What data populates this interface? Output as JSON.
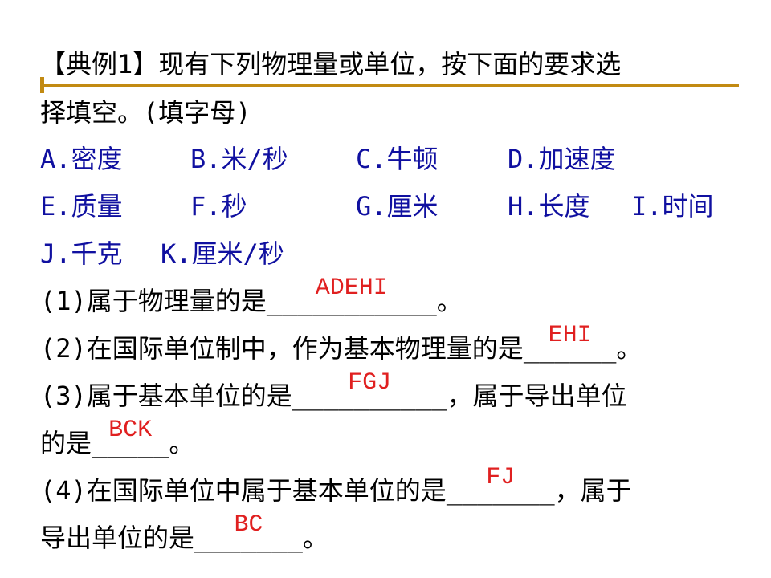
{
  "title": "【典例1】现有下列物理量或单位，按下面的要求选",
  "title_cont": "择填空。(填字母)",
  "options": [
    {
      "label": "A.密度"
    },
    {
      "label": "B.米/秒"
    },
    {
      "label": "C.牛顿"
    },
    {
      "label": "D.加速度"
    },
    {
      "label": "E.质量"
    },
    {
      "label": "F.秒"
    },
    {
      "label": "G.厘米"
    },
    {
      "label": "H.长度"
    },
    {
      "label": "I.时间"
    },
    {
      "label": "J.千克"
    },
    {
      "label": "K.厘米/秒"
    }
  ],
  "questions": {
    "q1": {
      "text": "(1)属于物理量的是",
      "blank": "___________",
      "end": "。",
      "answer": "ADEHI"
    },
    "q2": {
      "text": "(2)在国际单位制中，作为基本物理量的是",
      "blank": "______",
      "end": "。",
      "answer": "EHI"
    },
    "q3": {
      "text": "(3)属于基本单位的是",
      "blank": "__________",
      "end": "，属于导出单位",
      "answer": "FGJ"
    },
    "q3b": {
      "text": "的是",
      "blank": "_____",
      "end": "。",
      "answer": "BCK"
    },
    "q4": {
      "text": "(4)在国际单位中属于基本单位的是",
      "blank": "_______",
      "end": "，属于",
      "answer": "FJ"
    },
    "q4b": {
      "text": "导出单位的是",
      "blank": "_______",
      "end": "。",
      "answer": "BC"
    }
  },
  "colors": {
    "option_text": "#1010a0",
    "question_text": "#000000",
    "answer": "#e02020",
    "rule": "#c28a12"
  }
}
